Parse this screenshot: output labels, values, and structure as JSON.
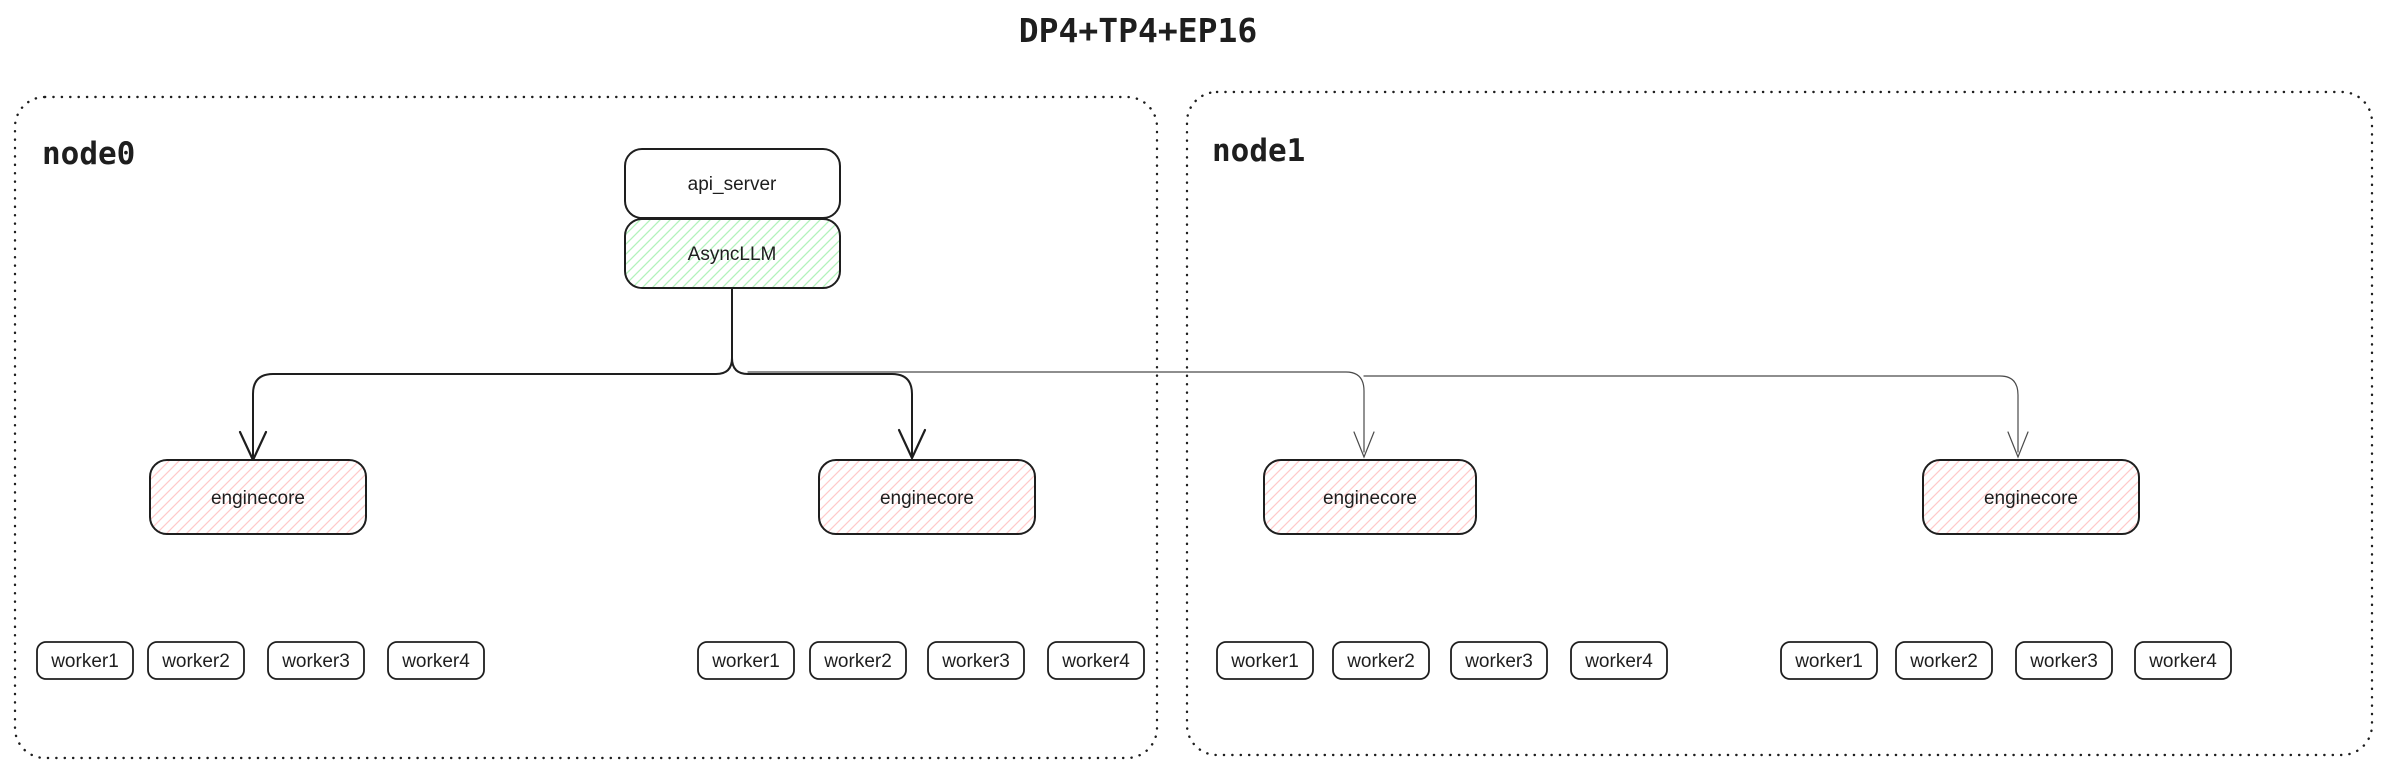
{
  "title": "DP4+TP4+EP16",
  "colors": {
    "stroke": "#1e1e1e",
    "green_hatch": "#b2f2bb",
    "red_hatch": "#ffc9c9",
    "thin_line": "#4a4a4a"
  },
  "node0": {
    "label": "node0",
    "api_server_label": "api_server",
    "async_llm_label": "AsyncLLM",
    "enginecores": [
      "enginecore",
      "enginecore"
    ],
    "workers": [
      [
        "worker1",
        "worker2",
        "worker3",
        "worker4"
      ],
      [
        "worker1",
        "worker2",
        "worker3",
        "worker4"
      ]
    ]
  },
  "node1": {
    "label": "node1",
    "enginecores": [
      "enginecore",
      "enginecore"
    ],
    "workers": [
      [
        "worker1",
        "worker2",
        "worker3",
        "worker4"
      ],
      [
        "worker1",
        "worker2",
        "worker3",
        "worker4"
      ]
    ]
  }
}
